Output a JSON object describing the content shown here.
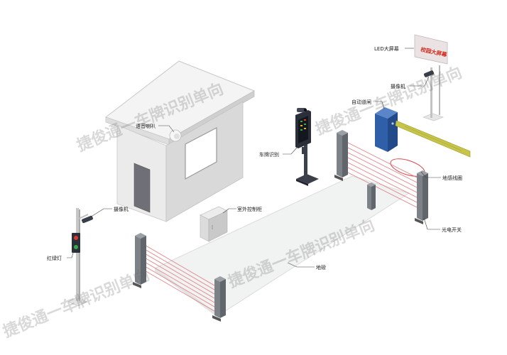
{
  "labels": {
    "led_screen": "LED大屏幕",
    "camera_right": "摄像机",
    "auto_gate": "自动道闸",
    "speaker": "语音喇叭",
    "plate_recognition": "车牌识别",
    "ground_loop": "地感线圈",
    "outdoor_cabinet": "室外控制柜",
    "camera_left": "摄像机",
    "photo_switch": "光电开关",
    "traffic_light": "红绿灯",
    "weighbridge": "地磅"
  },
  "led_sign_text": "校园大屏幕",
  "watermark": "捷俊通一车牌识别单向",
  "colors": {
    "gate_box": "#2f5fa8",
    "barrier_arm": "#b5b53a",
    "beam": "#d9464b",
    "red_light": "#d83a2e",
    "green_light": "#3aa84a",
    "sign_text": "#d12a1d"
  }
}
